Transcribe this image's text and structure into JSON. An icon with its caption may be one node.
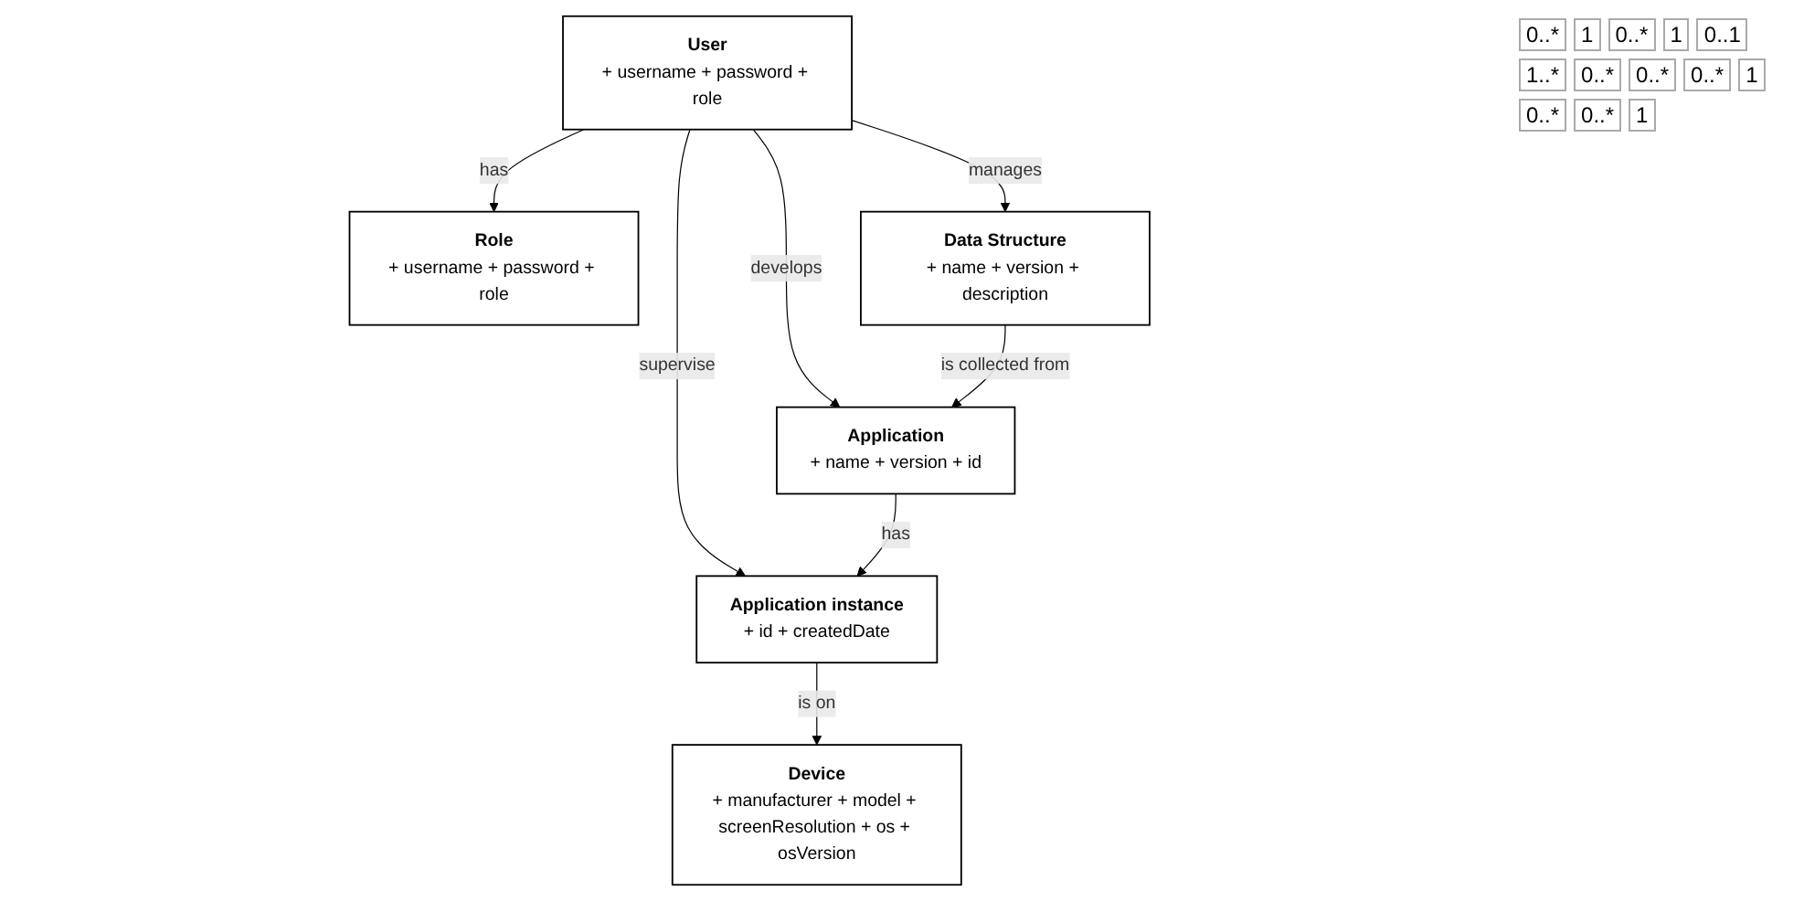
{
  "diagram": {
    "nodes": [
      {
        "text": [
          "Role",
          "+ username + password + role"
        ]
      },
      {
        "text": [
          "User",
          "+ username + password + role"
        ]
      },
      {
        "text": [
          "Data Structure",
          "+ name + version + description"
        ]
      },
      {
        "text": [
          "Device",
          "+ manufacturer + model + screenResolution + os + osVersion"
        ]
      },
      {
        "text": [
          "Application instance",
          "+ id + createdDate"
        ]
      },
      {
        "text": [
          "Application",
          "+ name + version + id"
        ]
      }
    ],
    "edges": [
      {
        "from": 1,
        "to": 0,
        "arrow": "to",
        "label": "has"
      },
      {
        "from": 1,
        "to": 2,
        "arrow": "to",
        "label": "manages"
      },
      {
        "from": 1,
        "to": 5,
        "arrow": "to",
        "label": "develops"
      },
      {
        "from": 1,
        "to": 4,
        "arrow": "to",
        "label": "supervise"
      },
      {
        "from": 2,
        "to": 5,
        "arrow": "to",
        "label": "is collected from"
      },
      {
        "from": 5,
        "to": 4,
        "arrow": "to",
        "label": "has"
      },
      {
        "from": 4,
        "to": 3,
        "arrow": "to",
        "label": "is on"
      }
    ],
    "labels": [
      "0..*",
      "1",
      "0..*",
      "1",
      "0..1",
      "1..*",
      "0..*",
      "0..*",
      "0..*",
      "1",
      "0..*",
      "0..*",
      "1"
    ]
  }
}
